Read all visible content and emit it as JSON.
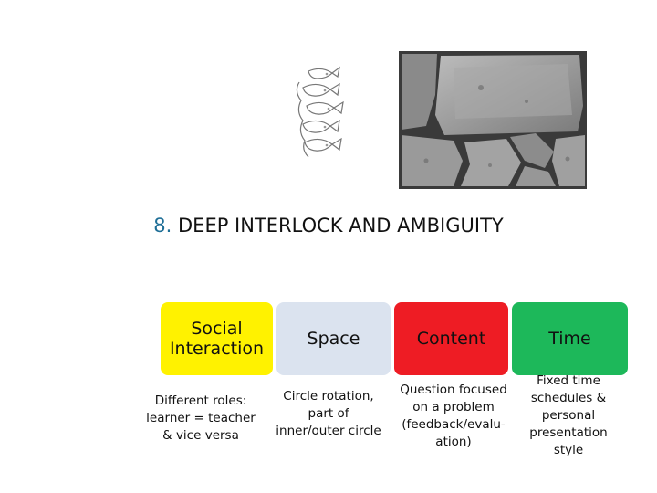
{
  "title": {
    "number": "8.",
    "text": "DEEP INTERLOCK AND AMBIGUITY"
  },
  "boxes": [
    {
      "lines": [
        "Social",
        "Interaction"
      ],
      "color": "#fff200"
    },
    {
      "lines": [
        "Space"
      ],
      "color": "#dbe3ef"
    },
    {
      "lines": [
        "Content"
      ],
      "color": "#ee1c24"
    },
    {
      "lines": [
        "Time"
      ],
      "color": "#1db85a"
    }
  ],
  "descriptions": [
    [
      "Different roles:",
      "learner = teacher",
      "& vice versa"
    ],
    [
      "Circle rotation,",
      "part of",
      "inner/outer circle"
    ],
    [
      "Question focused",
      "on a problem",
      "(feedback/evalu-",
      "ation)"
    ],
    [
      "Fixed time",
      "schedules &",
      "personal",
      "presentation",
      "style"
    ]
  ],
  "images": {
    "sketch": "interlocking-fish-sketch",
    "photo": "interlocking-stone-wall-photo"
  }
}
